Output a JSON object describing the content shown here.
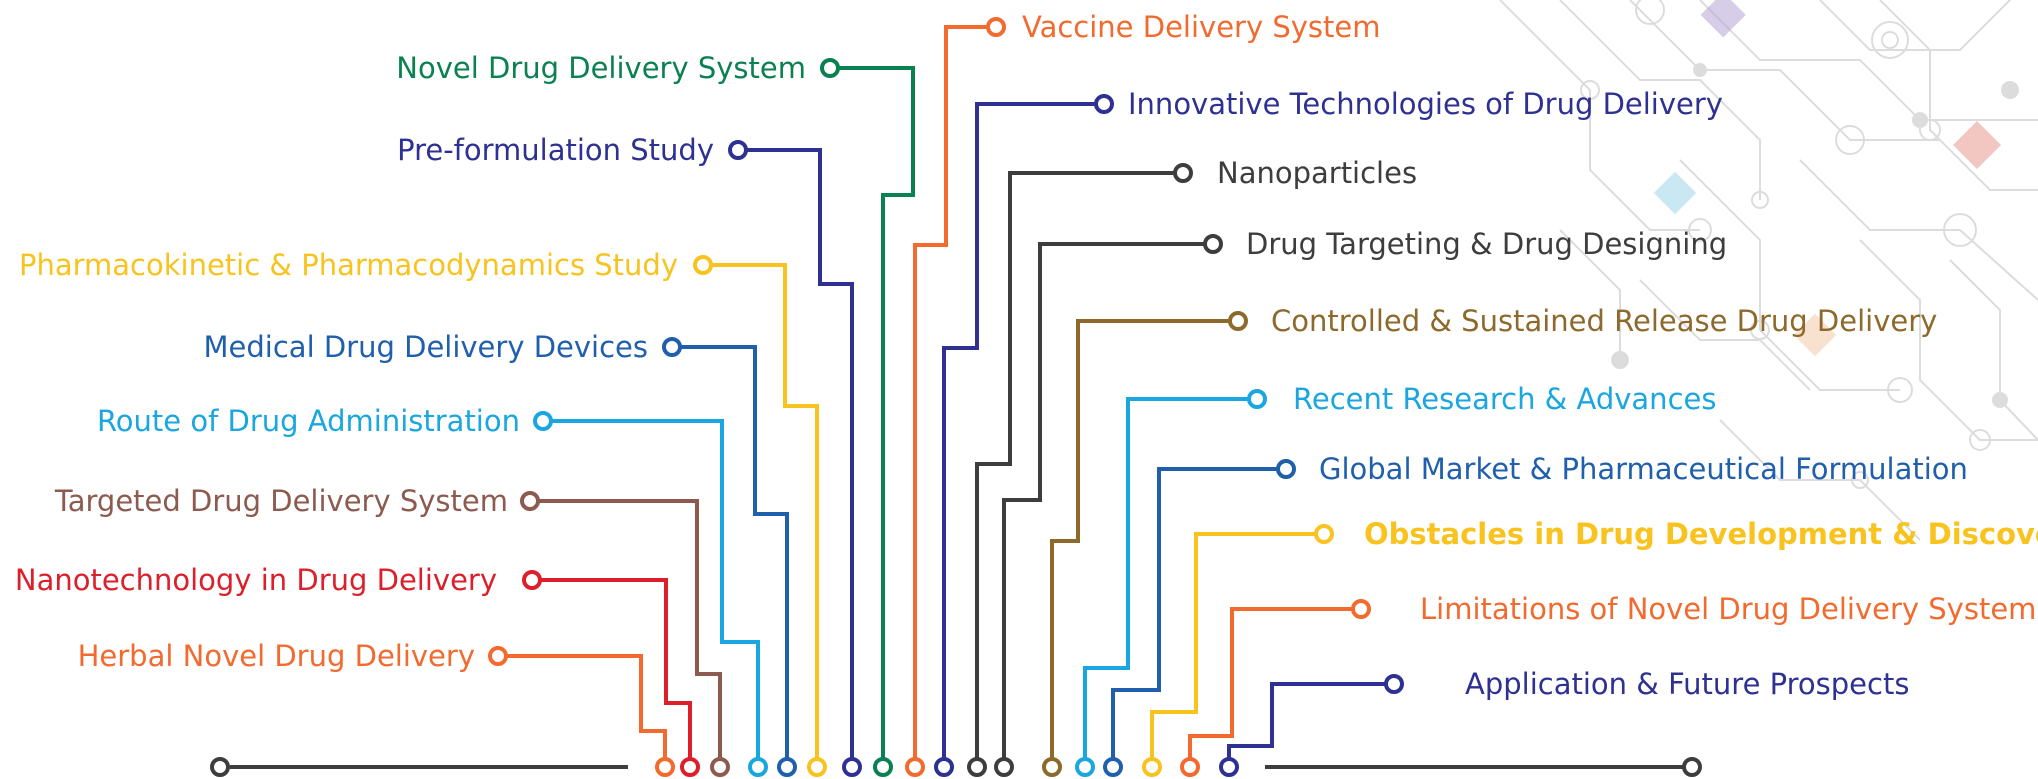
{
  "colors": {
    "dark_gray": "#3d3d3d",
    "green": "#0a8150",
    "navy": "#2e3192",
    "orange": "#f26a2e",
    "yellow": "#f9c31f",
    "blue": "#1f5fac",
    "cyan": "#1aa6e0",
    "brown": "#8c5a4e",
    "red": "#dc1f2b",
    "olive_brown": "#8d6a2c"
  },
  "background_decoration": "circuit-board pattern, faint gray",
  "topics_left": [
    {
      "label": "Novel Drug Delivery System",
      "color": "#0a8150"
    },
    {
      "label": "Pre-formulation Study",
      "color": "#2e3192"
    },
    {
      "label": "Pharmacokinetic & Pharmacodynamics Study",
      "color": "#f9c31f"
    },
    {
      "label": "Medical Drug Delivery Devices",
      "color": "#1f5fac"
    },
    {
      "label": "Route of Drug Administration",
      "color": "#1aa6e0"
    },
    {
      "label": "Targeted Drug Delivery System",
      "color": "#8c5a4e"
    },
    {
      "label": "Nanotechnology in Drug Delivery",
      "color": "#dc1f2b"
    },
    {
      "label": "Herbal Novel Drug Delivery",
      "color": "#f26a2e"
    }
  ],
  "topics_right": [
    {
      "label": "Vaccine Delivery System",
      "color": "#f26a2e"
    },
    {
      "label": "Innovative Technologies of Drug Delivery",
      "color": "#2e3192"
    },
    {
      "label": "Nanoparticles",
      "color": "#3d3d3d"
    },
    {
      "label": "Drug Targeting & Drug Designing",
      "color": "#3d3d3d"
    },
    {
      "label": "Controlled & Sustained Release Drug Delivery",
      "color": "#8d6a2c"
    },
    {
      "label": "Recent Research & Advances",
      "color": "#1aa6e0"
    },
    {
      "label": "Global Market & Pharmaceutical Formulation",
      "color": "#1f5fac"
    },
    {
      "label": "Obstacles in Drug Development & Discovery",
      "color": "#f9c31f",
      "bold": true
    },
    {
      "label": "Limitations of Novel Drug Delivery System",
      "color": "#f26a2e"
    },
    {
      "label": "Application & Future Prospects",
      "color": "#2e3192"
    }
  ]
}
